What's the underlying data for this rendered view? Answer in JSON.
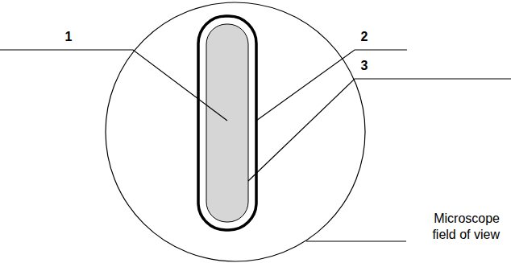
{
  "diagram": {
    "labels": [
      "1",
      "2",
      "3",
      "Microscope field of view"
    ]
  }
}
